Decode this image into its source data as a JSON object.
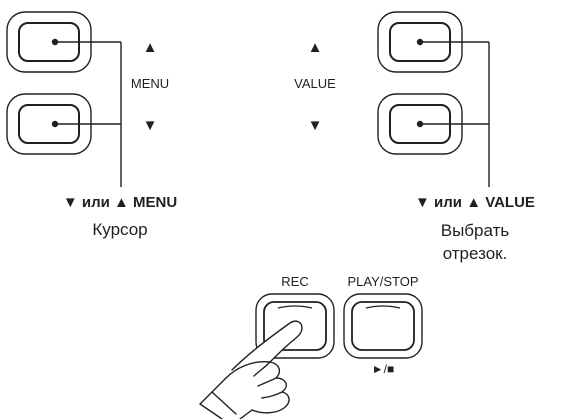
{
  "left_group": {
    "up_symbol": "▲",
    "label": "MENU",
    "down_symbol": "▼",
    "caption_title": "▼ или ▲ MENU",
    "caption_text": "Курсор"
  },
  "right_group": {
    "up_symbol": "▲",
    "label": "VALUE",
    "down_symbol": "▼",
    "caption_title": "▼ или ▲ VALUE",
    "caption_text_line1": "Выбрать",
    "caption_text_line2": "отрезок."
  },
  "transport": {
    "rec_label": "REC",
    "play_stop_label": "PLAY/STOP",
    "play_stop_symbol": "►/■"
  }
}
